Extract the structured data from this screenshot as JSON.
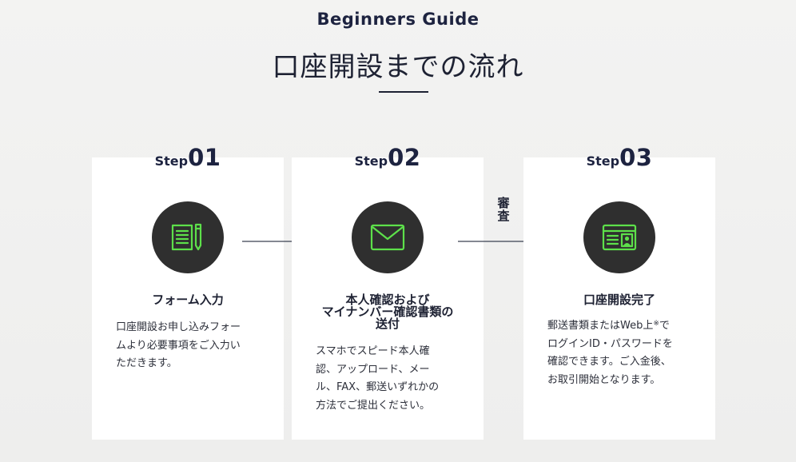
{
  "header": {
    "eyebrow": "Beginners Guide",
    "title": "口座開設までの流れ"
  },
  "review_label": "審査",
  "steps": [
    {
      "step_word": "Step",
      "step_num": "01",
      "icon": "form-document-pen-icon",
      "title_lines": [
        "フォーム入力"
      ],
      "body_lines": [
        "口座開設お申し込みフォー",
        "ムより必要事項をご入力い",
        "ただきます。"
      ]
    },
    {
      "step_word": "Step",
      "step_num": "02",
      "icon": "envelope-icon",
      "title_lines": [
        "本人確認および",
        "マイナンバー確認書類の",
        "送付"
      ],
      "body_lines": [
        "スマホでスピード本人確",
        "認、アップロード、メー",
        "ル、FAX、郵送いずれかの",
        "方法でご提出ください。"
      ]
    },
    {
      "step_word": "Step",
      "step_num": "03",
      "icon": "id-card-icon",
      "title_lines": [
        "口座開設完了"
      ],
      "body_line1_pre": "郵送書類またはWeb上",
      "body_line1_note": "※",
      "body_line1_post": "で",
      "body_lines": [
        "ログインID・パスワードを",
        "確認できます。ご入金後、",
        "お取引開始となります。"
      ]
    }
  ],
  "colors": {
    "accent_icon": "#5de04a",
    "navy": "#1d2340",
    "icon_circle": "#2f2f2f",
    "card": "#ffffff"
  }
}
